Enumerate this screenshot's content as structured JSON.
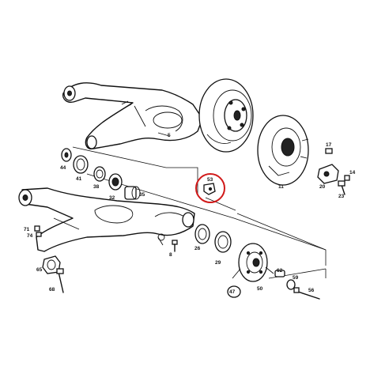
{
  "accent_color": "#d11a1a",
  "highlighted_callout": "53",
  "callouts": {
    "c5": "5",
    "c11": "11",
    "c17": "17",
    "c14": "14",
    "c20": "20",
    "c23": "23",
    "c44": "44",
    "c41": "41",
    "c38": "38",
    "c32": "32",
    "c35": "35",
    "c53": "53",
    "c71": "71",
    "c74": "74",
    "c8": "8",
    "c26": "26",
    "c29": "29",
    "c65": "65",
    "c68": "68",
    "c62": "62",
    "c59": "59",
    "c50": "50",
    "c47": "47",
    "c56": "56"
  }
}
